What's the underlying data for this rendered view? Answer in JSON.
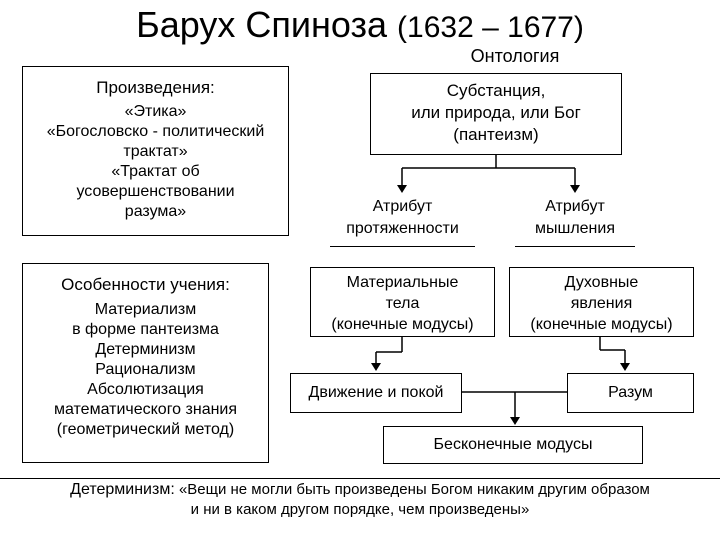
{
  "title": {
    "main": "Барух Спиноза",
    "years": "(1632 – 1677)"
  },
  "subtitle": "Онтология",
  "works": {
    "heading": "Произведения:",
    "lines": [
      "«Этика»",
      "«Богословско - политический",
      "трактат»",
      "«Трактат об",
      "усовершенствовании",
      "разума»"
    ]
  },
  "features": {
    "heading": "Особенности учения:",
    "lines": [
      "Материализм",
      "в форме пантеизма",
      "Детерминизм",
      "Рационализм",
      "Абсолютизация",
      "математического знания",
      "(геометрический метод)"
    ]
  },
  "substance": {
    "lines": [
      "Субстанция,",
      "или природа, или Бог",
      "(пантеизм)"
    ]
  },
  "attribute_extension": {
    "lines": [
      "Атрибут",
      "протяженности"
    ]
  },
  "attribute_thought": {
    "lines": [
      "Атрибут",
      "мышления"
    ]
  },
  "material_bodies": {
    "lines": [
      "Материальные",
      "тела",
      "(конечные модусы)"
    ]
  },
  "spiritual_phenomena": {
    "lines": [
      "Духовные",
      "явления",
      "(конечные модусы)"
    ]
  },
  "motion": "Движение и покой",
  "reason": "Разум",
  "infinite_modes": "Бесконечные модусы",
  "determinism_quote": {
    "label": "Детерминизм:",
    "line1": "«Вещи не могли быть произведены Богом никаким другим образом",
    "line2": "и ни в каком другом порядке, чем произведены»"
  }
}
